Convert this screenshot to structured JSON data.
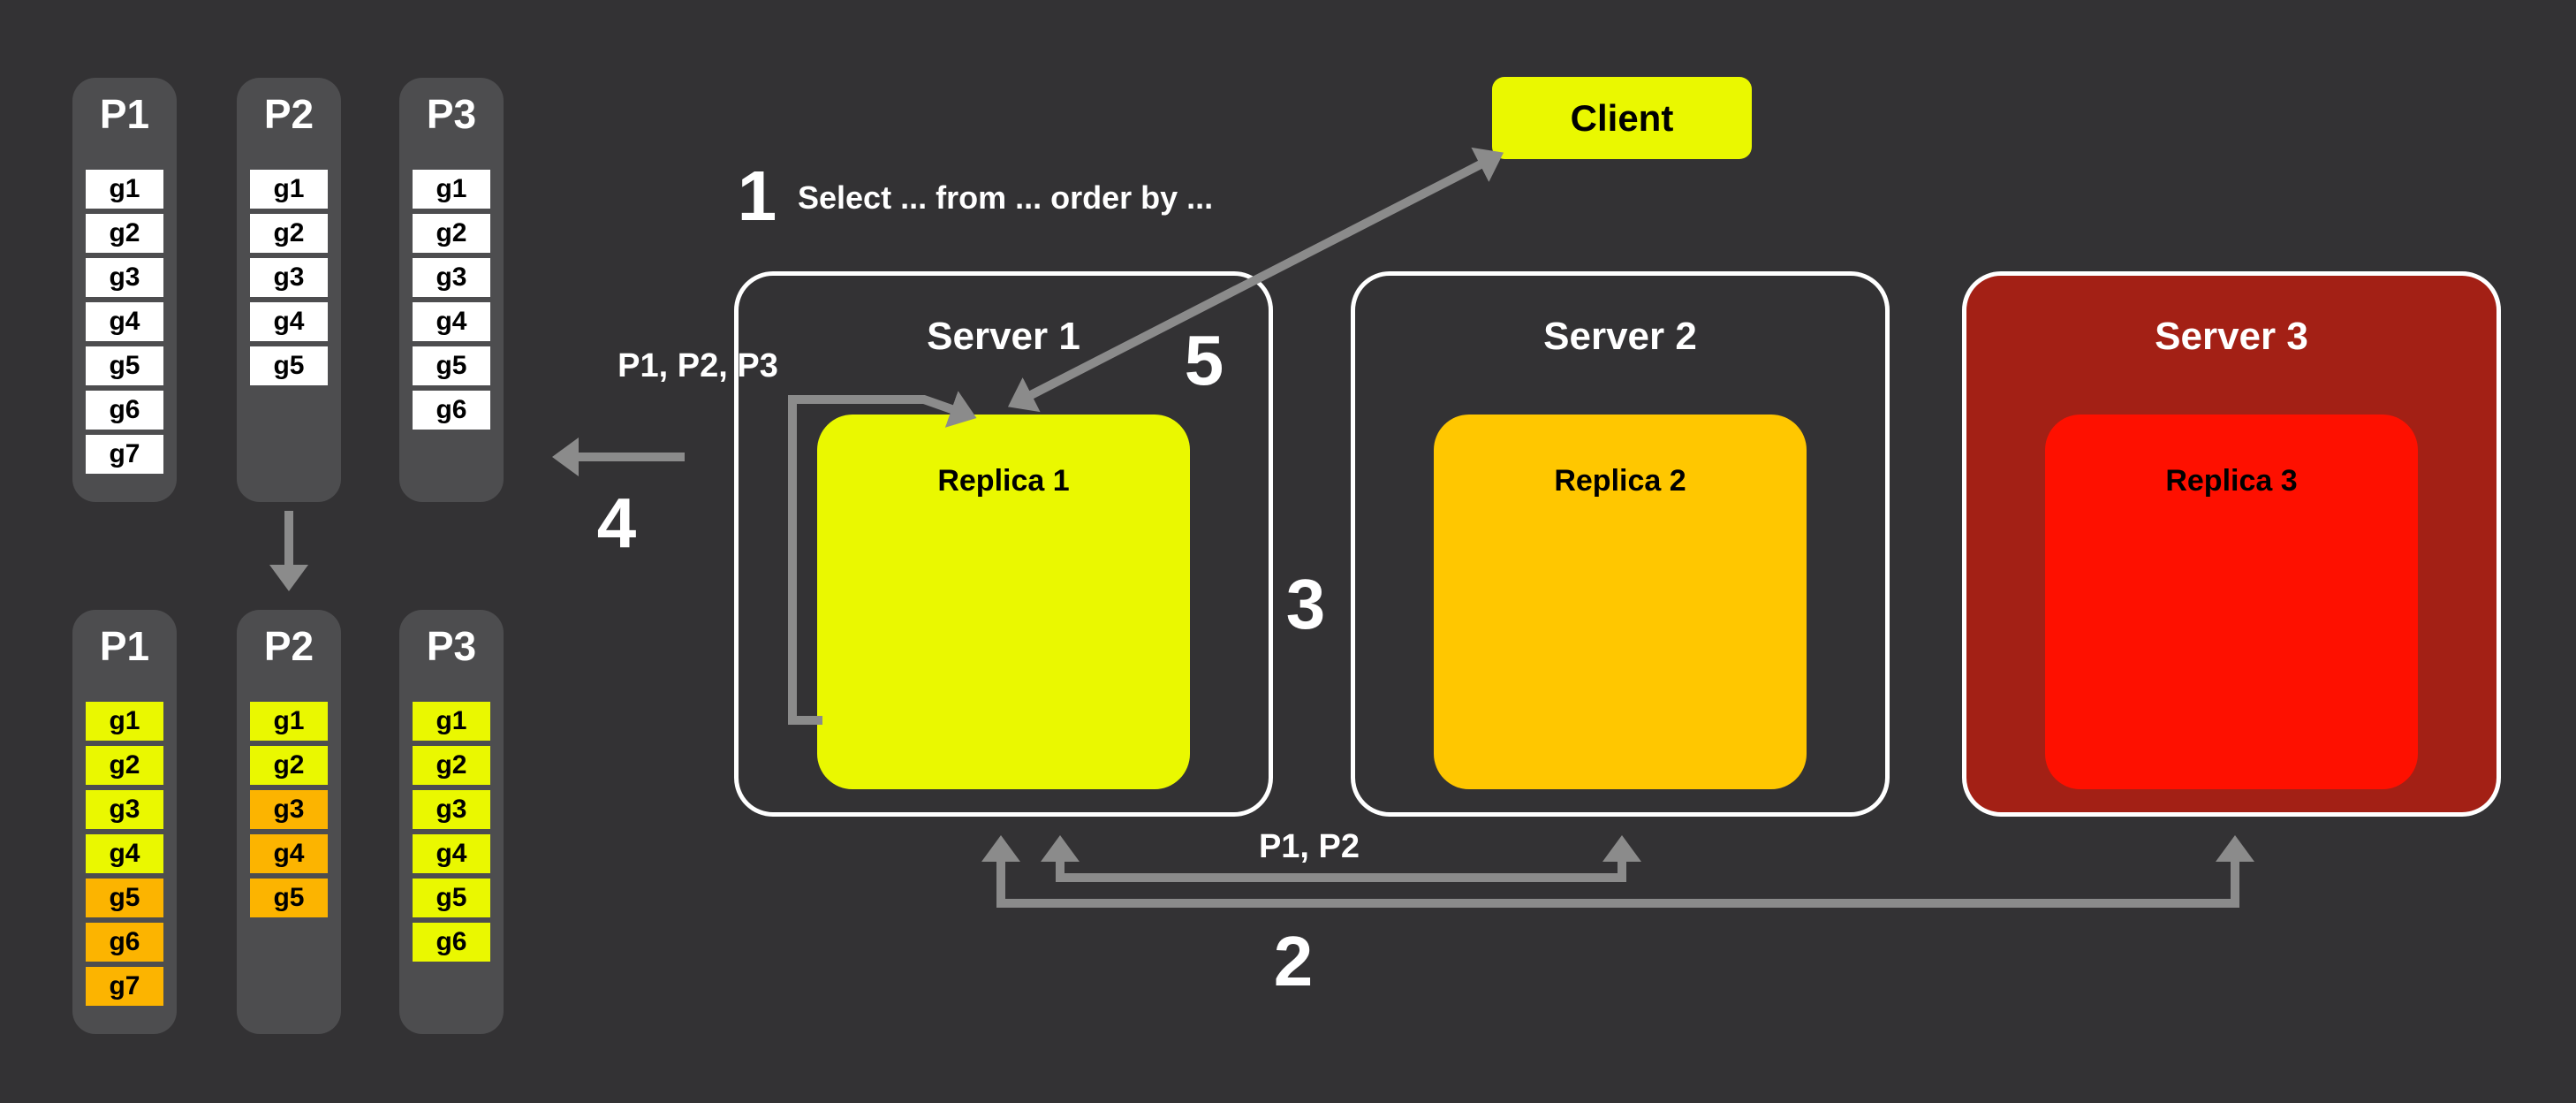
{
  "colors": {
    "background": "#333234",
    "column_bg": "#4D4D4F",
    "arrow_gray": "#8B8B8B",
    "white": "#FFFFFF",
    "yellow": "#EAF800",
    "orange": "#FCB400",
    "amber": "#FFC700",
    "red": "#FE1000",
    "dark_red": "#A32015"
  },
  "partitions_before": {
    "columns": [
      {
        "title": "P1",
        "items": [
          "g1",
          "g2",
          "g3",
          "g4",
          "g5",
          "g6",
          "g7"
        ]
      },
      {
        "title": "P2",
        "items": [
          "g1",
          "g2",
          "g3",
          "g4",
          "g5"
        ]
      },
      {
        "title": "P3",
        "items": [
          "g1",
          "g2",
          "g3",
          "g4",
          "g5",
          "g6"
        ]
      }
    ]
  },
  "partitions_after": {
    "columns": [
      {
        "title": "P1",
        "items": [
          {
            "label": "g1",
            "color": "yellow"
          },
          {
            "label": "g2",
            "color": "yellow"
          },
          {
            "label": "g3",
            "color": "yellow"
          },
          {
            "label": "g4",
            "color": "yellow"
          },
          {
            "label": "g5",
            "color": "orange"
          },
          {
            "label": "g6",
            "color": "orange"
          },
          {
            "label": "g7",
            "color": "orange"
          }
        ]
      },
      {
        "title": "P2",
        "items": [
          {
            "label": "g1",
            "color": "yellow"
          },
          {
            "label": "g2",
            "color": "yellow"
          },
          {
            "label": "g3",
            "color": "orange"
          },
          {
            "label": "g4",
            "color": "orange"
          },
          {
            "label": "g5",
            "color": "orange"
          }
        ]
      },
      {
        "title": "P3",
        "items": [
          {
            "label": "g1",
            "color": "yellow"
          },
          {
            "label": "g2",
            "color": "yellow"
          },
          {
            "label": "g3",
            "color": "yellow"
          },
          {
            "label": "g4",
            "color": "yellow"
          },
          {
            "label": "g5",
            "color": "yellow"
          },
          {
            "label": "g6",
            "color": "yellow"
          }
        ]
      }
    ]
  },
  "servers": [
    {
      "title": "Server 1",
      "replica_label": "Replica 1",
      "replica_color": "yellow"
    },
    {
      "title": "Server 2",
      "replica_label": "Replica 2",
      "replica_color": "amber"
    },
    {
      "title": "Server 3",
      "replica_label": "Replica 3",
      "replica_color": "red",
      "bg_color": "dark_red"
    }
  ],
  "client": {
    "label": "Client",
    "color": "yellow"
  },
  "step_numbers": [
    "1",
    "2",
    "3",
    "4",
    "5"
  ],
  "annotations": {
    "query": "Select ... from ... order by ...",
    "partitions_all": "P1, P2, P3",
    "partitions_p1p2": "P1, P2"
  }
}
